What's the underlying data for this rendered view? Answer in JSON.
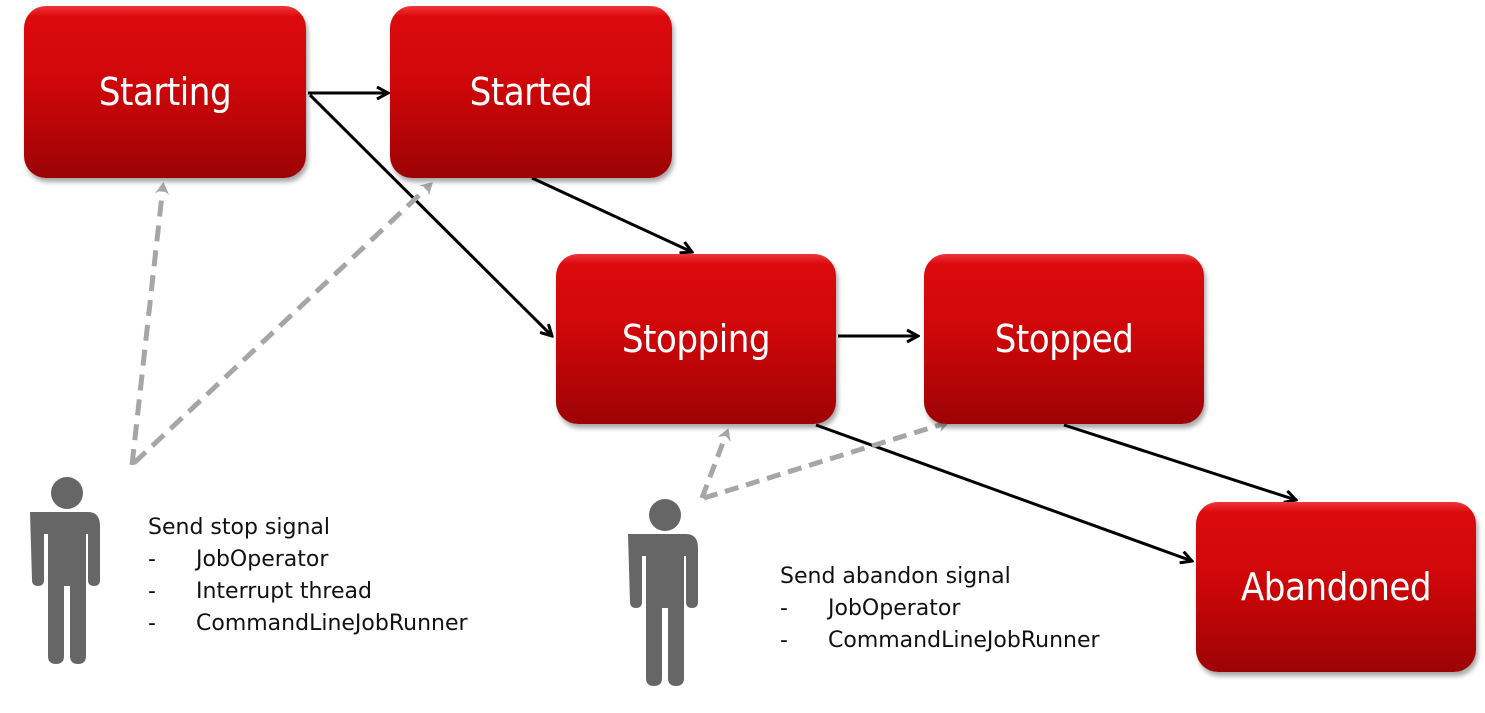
{
  "states": {
    "starting": "Starting",
    "started": "Started",
    "stopping": "Stopping",
    "stopped": "Stopped",
    "abandoned": "Abandoned"
  },
  "transitions": [
    {
      "from": "Starting",
      "to": "Started",
      "style": "solid"
    },
    {
      "from": "Starting",
      "to": "Stopping",
      "style": "solid"
    },
    {
      "from": "Started",
      "to": "Stopping",
      "style": "solid"
    },
    {
      "from": "Stopping",
      "to": "Stopped",
      "style": "solid"
    },
    {
      "from": "Stopping",
      "to": "Abandoned",
      "style": "solid"
    },
    {
      "from": "Stopped",
      "to": "Abandoned",
      "style": "solid"
    },
    {
      "from": "Stop actor",
      "to": "Starting",
      "style": "dashed"
    },
    {
      "from": "Stop actor",
      "to": "Started",
      "style": "dashed"
    },
    {
      "from": "Abandon actor",
      "to": "Stopping",
      "style": "dashed"
    },
    {
      "from": "Abandon actor",
      "to": "Stopped",
      "style": "dashed"
    }
  ],
  "colors": {
    "state_fill": "#cf0709",
    "solid_arrow": "#000000",
    "dashed_arrow": "#a6a6a6",
    "person": "#666666"
  },
  "stop_note": {
    "title": "Send stop signal",
    "bullet": "-",
    "items": [
      "JobOperator",
      "Interrupt thread",
      "CommandLineJobRunner"
    ]
  },
  "abandon_note": {
    "title": "Send abandon signal",
    "bullet": "-",
    "items": [
      "JobOperator",
      "CommandLineJobRunner"
    ]
  }
}
